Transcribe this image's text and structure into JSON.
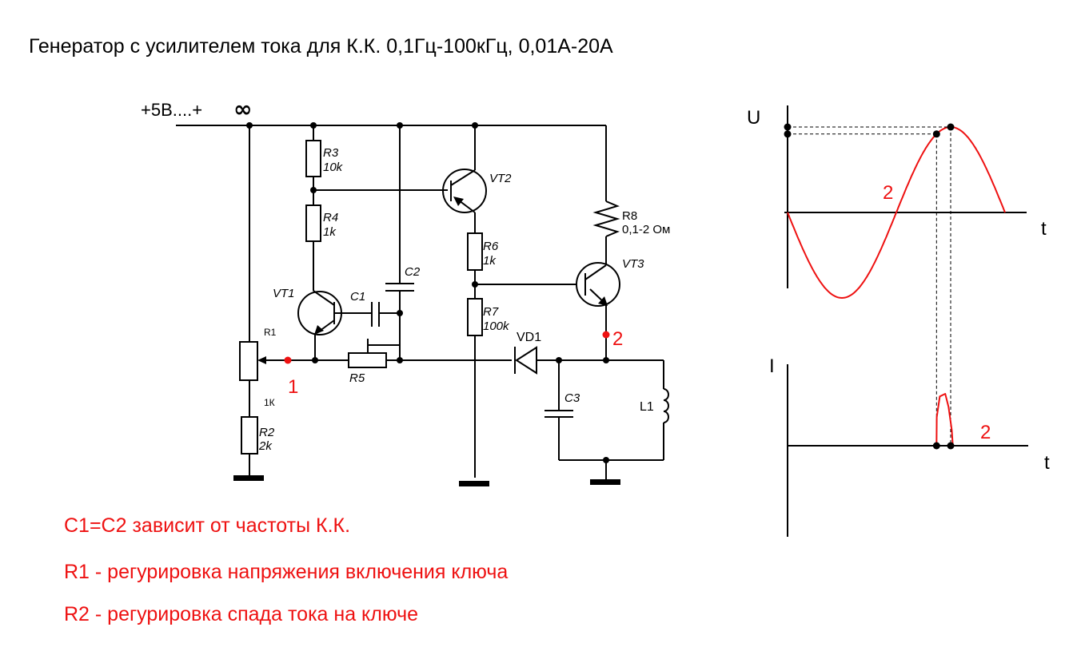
{
  "title": "Генератор с усилителем тока для К.К. 0,1Гц-100кГц, 0,01А-20А",
  "supply_label_prefix": "+5В....+",
  "supply_label_infinity": "∞",
  "components": {
    "R1": {
      "name": "R1",
      "value": "1К"
    },
    "R2": {
      "name": "R2",
      "value": "2k"
    },
    "R3": {
      "name": "R3",
      "value": "10k"
    },
    "R4": {
      "name": "R4",
      "value": "1k"
    },
    "R5": {
      "name": "R5"
    },
    "R6": {
      "name": "R6",
      "value": "1k"
    },
    "R7": {
      "name": "R7",
      "value": "100k"
    },
    "R8": {
      "name": "R8",
      "value": "0,1-2 Ом"
    },
    "C1": {
      "name": "C1"
    },
    "C2": {
      "name": "C2"
    },
    "C3": {
      "name": "C3"
    },
    "L1": {
      "name": "L1"
    },
    "VD1": {
      "name": "VD1"
    },
    "VT1": {
      "name": "VT1"
    },
    "VT2": {
      "name": "VT2"
    },
    "VT3": {
      "name": "VT3"
    }
  },
  "test_points": {
    "tp1": "1",
    "tp2": "2"
  },
  "notes": [
    "С1=С2 зависит от частоты К.К.",
    "R1 - регурировка напряжения включения ключа",
    "R2 - регурировка спада тока на ключе"
  ],
  "chart_data": [
    {
      "type": "line",
      "title": "",
      "ylabel": "U",
      "xlabel": "t",
      "series_label": "2",
      "description": "Voltage at test point 2: one full sine period starting at zero, going negative first",
      "x": [
        0,
        0.125,
        0.25,
        0.375,
        0.5,
        0.625,
        0.75,
        0.875,
        1.0
      ],
      "values": [
        0,
        -0.71,
        -1,
        -0.71,
        0,
        0.71,
        1,
        0.71,
        0
      ],
      "markers": [
        {
          "name": "switch-on-level",
          "x": 0.685,
          "y": 0.84
        },
        {
          "name": "peak",
          "x": 0.75,
          "y": 1.0
        }
      ],
      "xlim": [
        0,
        1.1
      ],
      "ylim": [
        -1.15,
        1.15
      ]
    },
    {
      "type": "line",
      "title": "",
      "ylabel": "I",
      "xlabel": "t",
      "series_label": "2",
      "description": "Current pulse through key between switch-on point and voltage peak",
      "x": [
        0.685,
        0.686,
        0.7,
        0.725,
        0.74,
        0.755,
        0.76
      ],
      "values": [
        0,
        0.55,
        0.95,
        1.0,
        0.75,
        0.3,
        0
      ],
      "markers": [
        {
          "name": "pulse-start",
          "x": 0.685,
          "y": 0
        },
        {
          "name": "pulse-end",
          "x": 0.75,
          "y": 0
        }
      ],
      "xlim": [
        0,
        1.1
      ],
      "ylim": [
        -1.7,
        1.15
      ]
    }
  ]
}
